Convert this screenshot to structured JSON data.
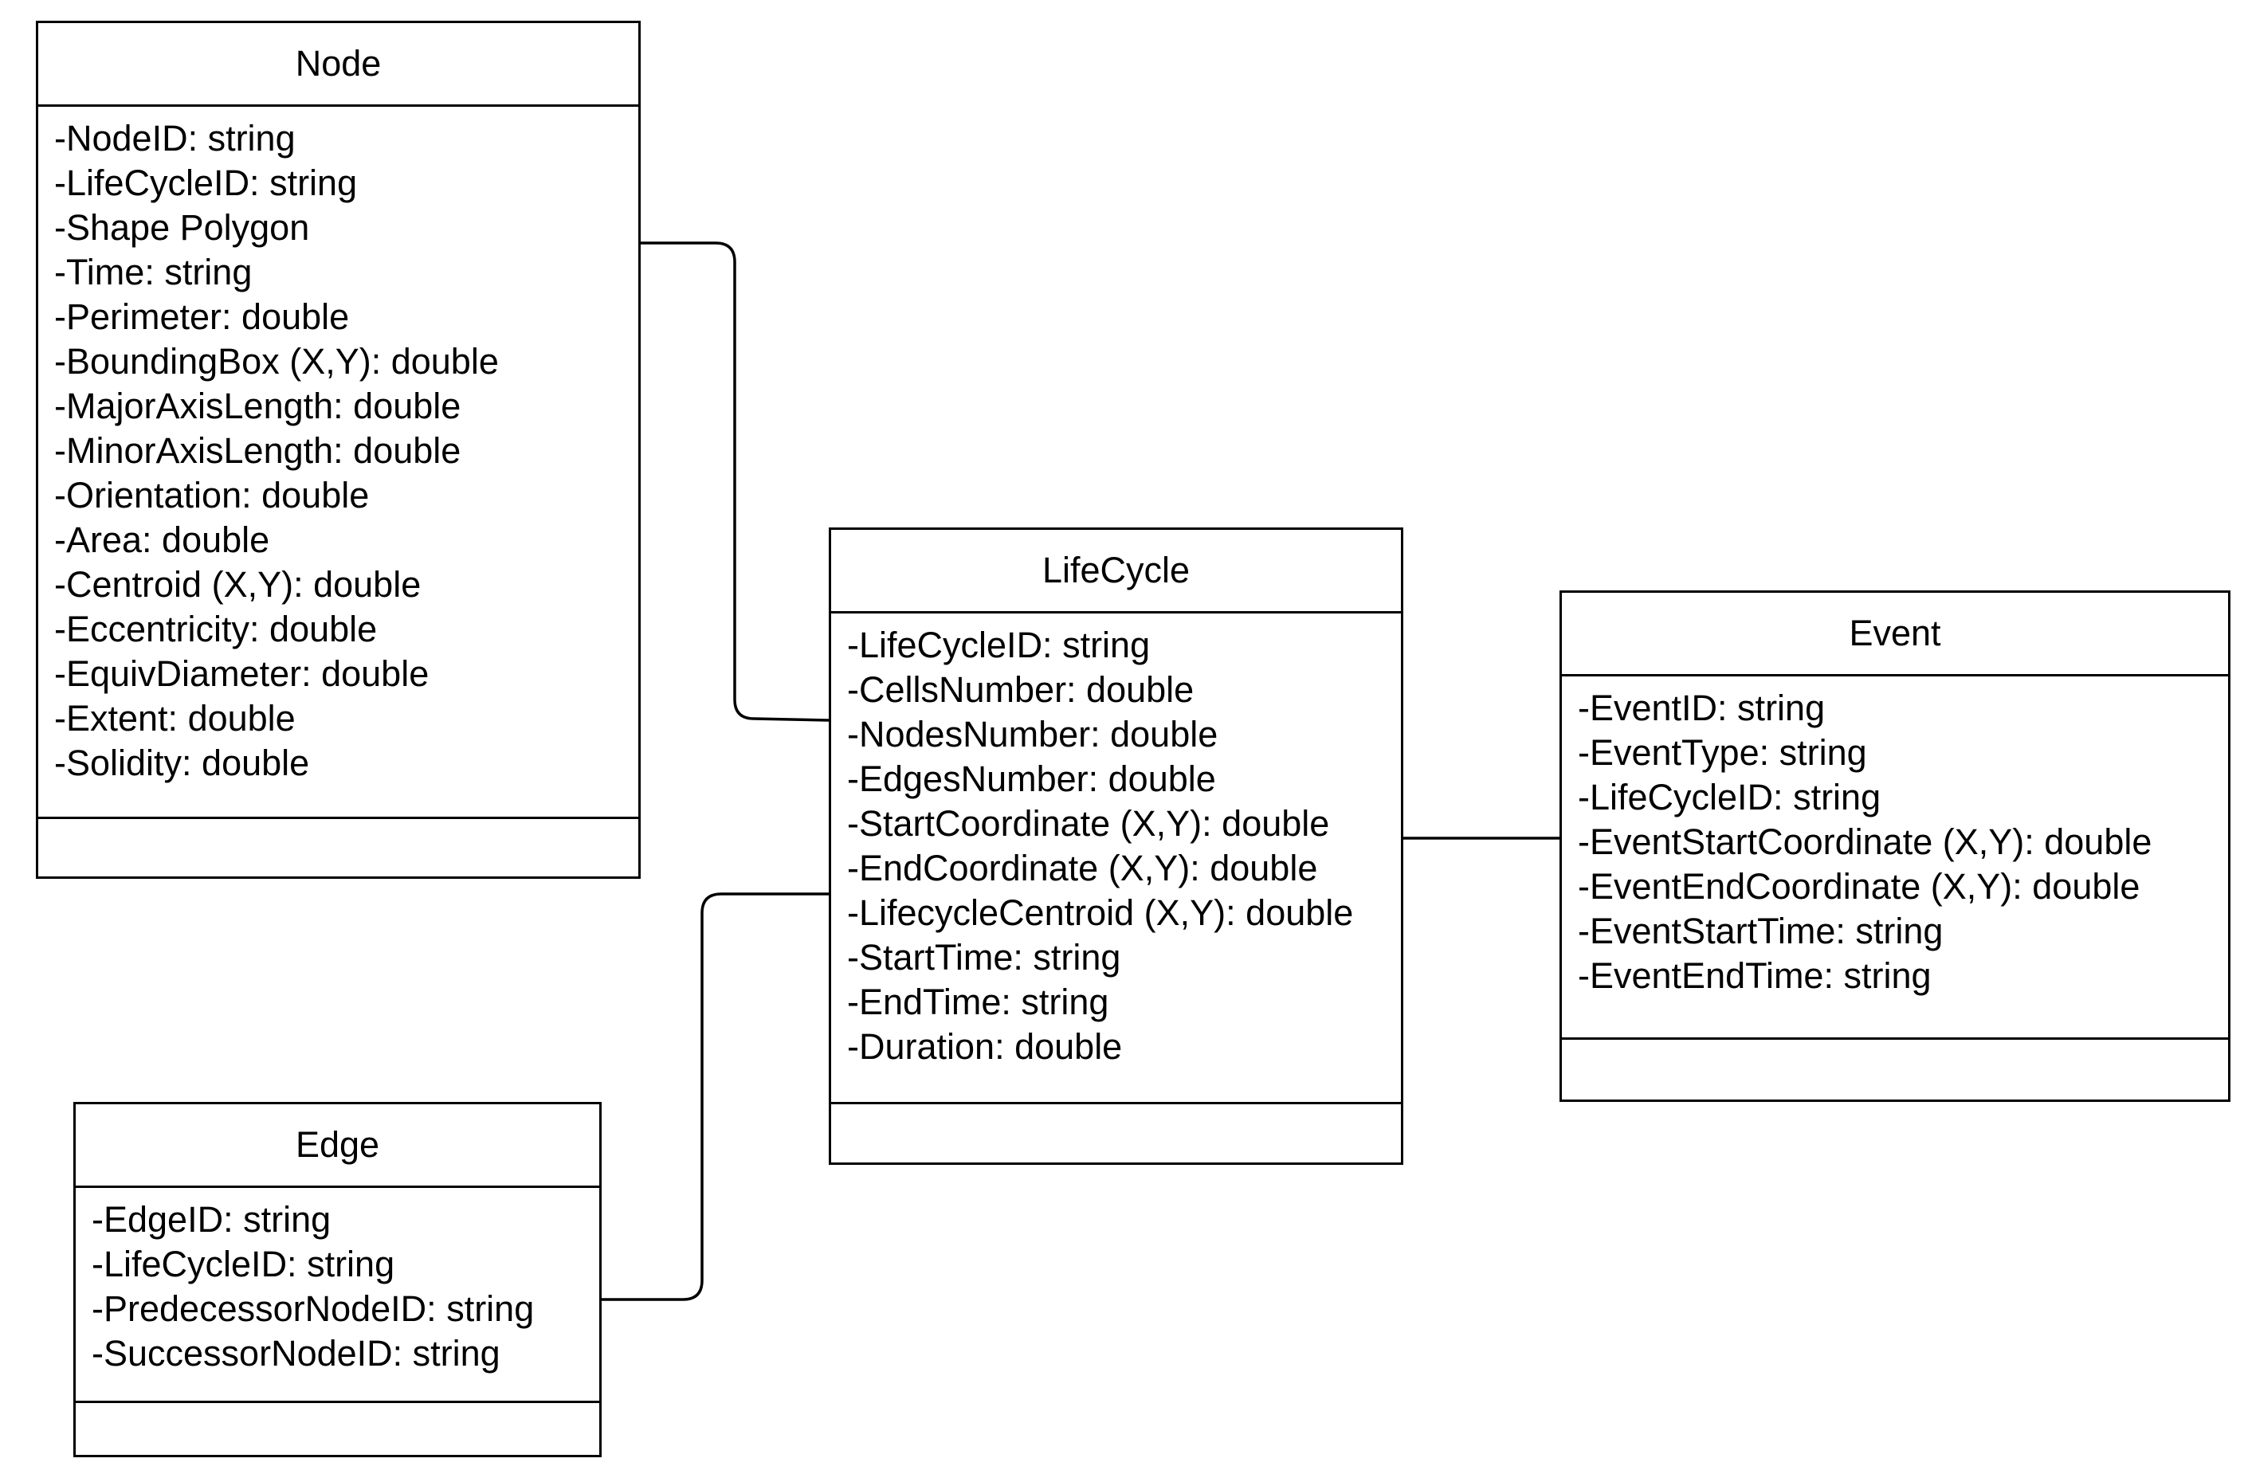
{
  "diagram": {
    "classes": {
      "node": {
        "name": "Node",
        "attributes": [
          "-NodeID: string",
          "-LifeCycleID: string",
          "-Shape Polygon",
          "-Time: string",
          "-Perimeter: double",
          "-BoundingBox (X,Y): double",
          "-MajorAxisLength: double",
          "-MinorAxisLength: double",
          "-Orientation: double",
          "-Area: double",
          "-Centroid (X,Y): double",
          "-Eccentricity: double",
          "-EquivDiameter: double",
          "-Extent: double",
          "-Solidity: double"
        ]
      },
      "lifecycle": {
        "name": "LifeCycle",
        "attributes": [
          "-LifeCycleID: string",
          "-CellsNumber: double",
          "-NodesNumber: double",
          "-EdgesNumber: double",
          "-StartCoordinate (X,Y): double",
          "-EndCoordinate (X,Y): double",
          "-LifecycleCentroid (X,Y): double",
          "-StartTime: string",
          "-EndTime: string",
          "-Duration: double"
        ]
      },
      "event": {
        "name": "Event",
        "attributes": [
          "-EventID: string",
          "-EventType: string",
          "-LifeCycleID: string",
          "-EventStartCoordinate (X,Y): double",
          "-EventEndCoordinate (X,Y): double",
          "-EventStartTime: string",
          "-EventEndTime: string"
        ]
      },
      "edge": {
        "name": "Edge",
        "attributes": [
          "-EdgeID: string",
          "-LifeCycleID: string",
          "-PredecessorNodeID: string",
          "-SuccessorNodeID: string"
        ]
      }
    },
    "line_color": "#000000",
    "background_color": "#ffffff"
  }
}
